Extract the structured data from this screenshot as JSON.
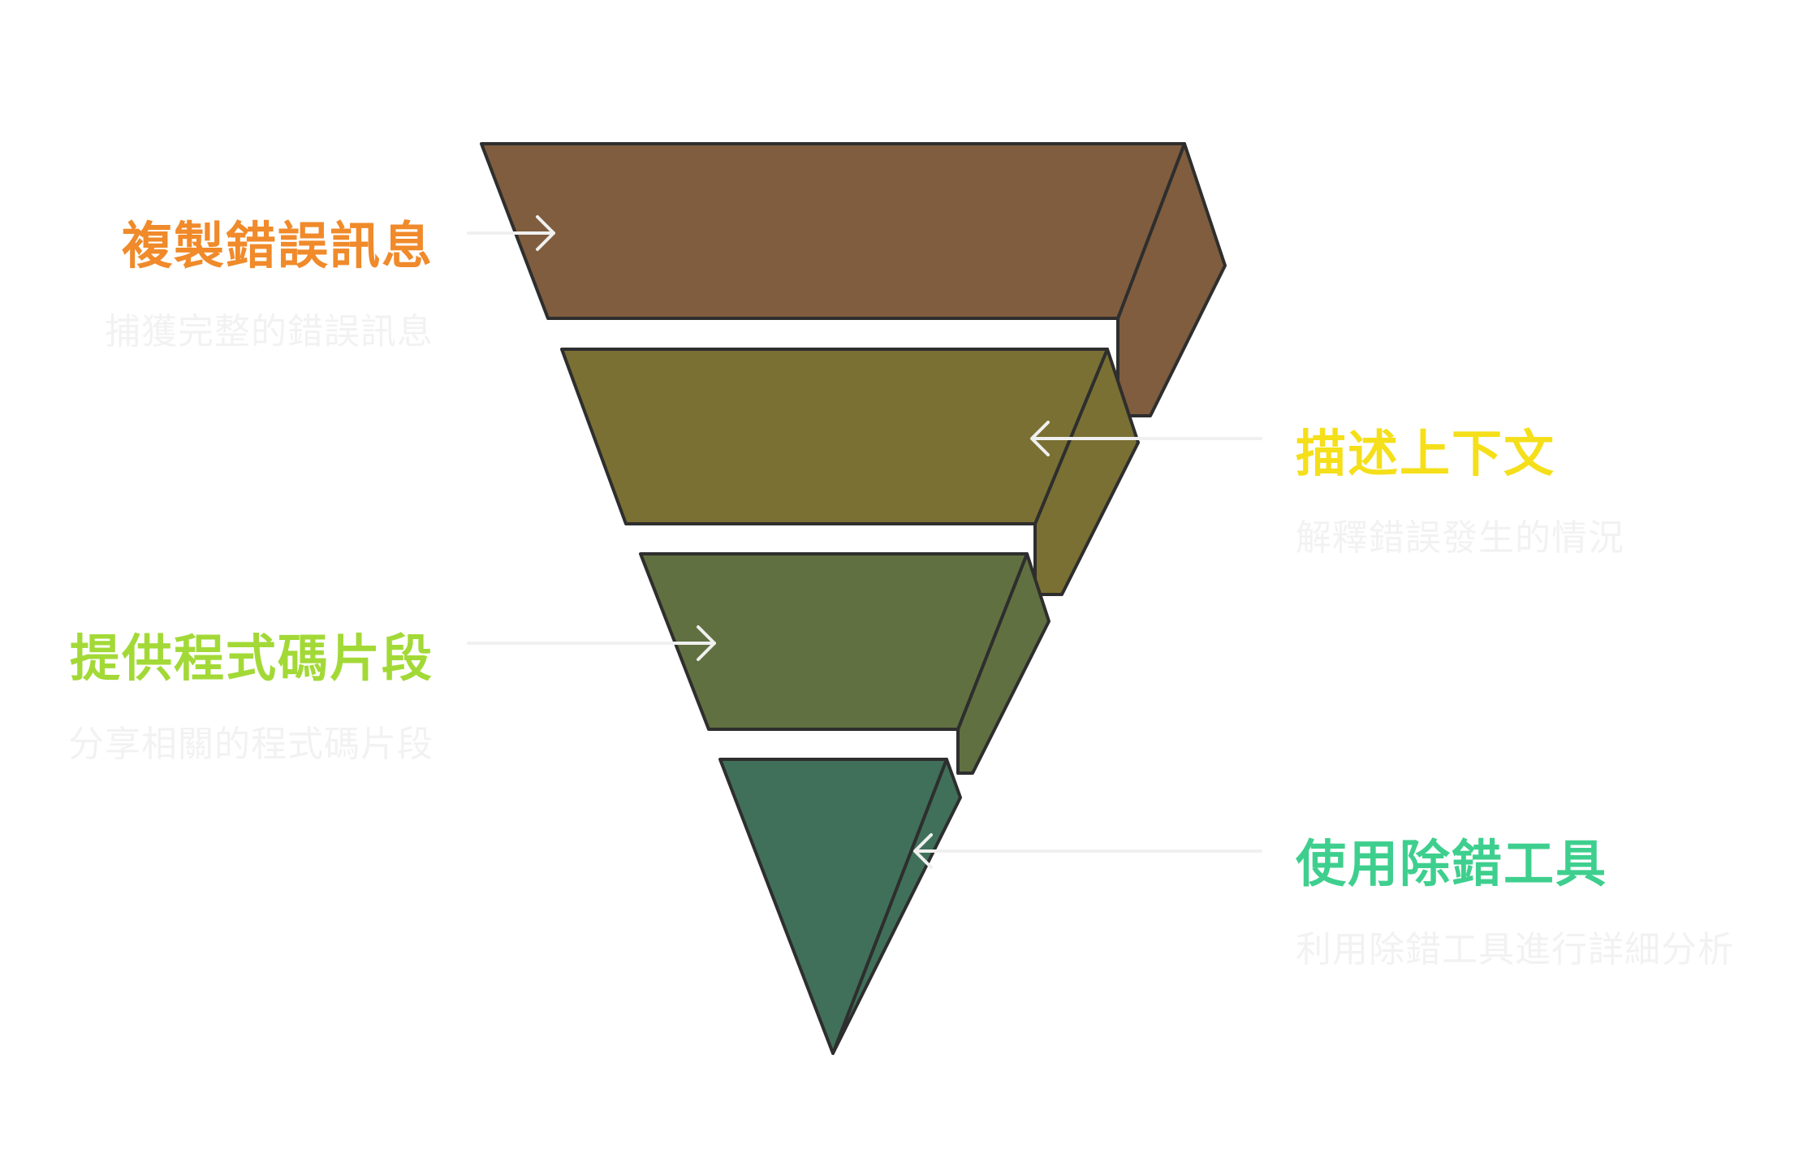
{
  "colors": {
    "stroke": "#2e2e2e",
    "connector": "#f0f0f0",
    "description_text": "#f2f2f2"
  },
  "stages": [
    {
      "title": "複製錯誤訊息",
      "description": "捕獲完整的錯誤訊息",
      "title_color": "#f08a2a",
      "fill": "#7f5d3e"
    },
    {
      "title": "描述上下文",
      "description": "解釋錯誤發生的情況",
      "title_color": "#f5df1a",
      "fill": "#7a7033"
    },
    {
      "title": "提供程式碼片段",
      "description": "分享相關的程式碼片段",
      "title_color": "#a3d937",
      "fill": "#617040"
    },
    {
      "title": "使用除錯工具",
      "description": "利用除錯工具進行詳細分析",
      "title_color": "#3ecf8e",
      "fill": "#40705a"
    }
  ]
}
